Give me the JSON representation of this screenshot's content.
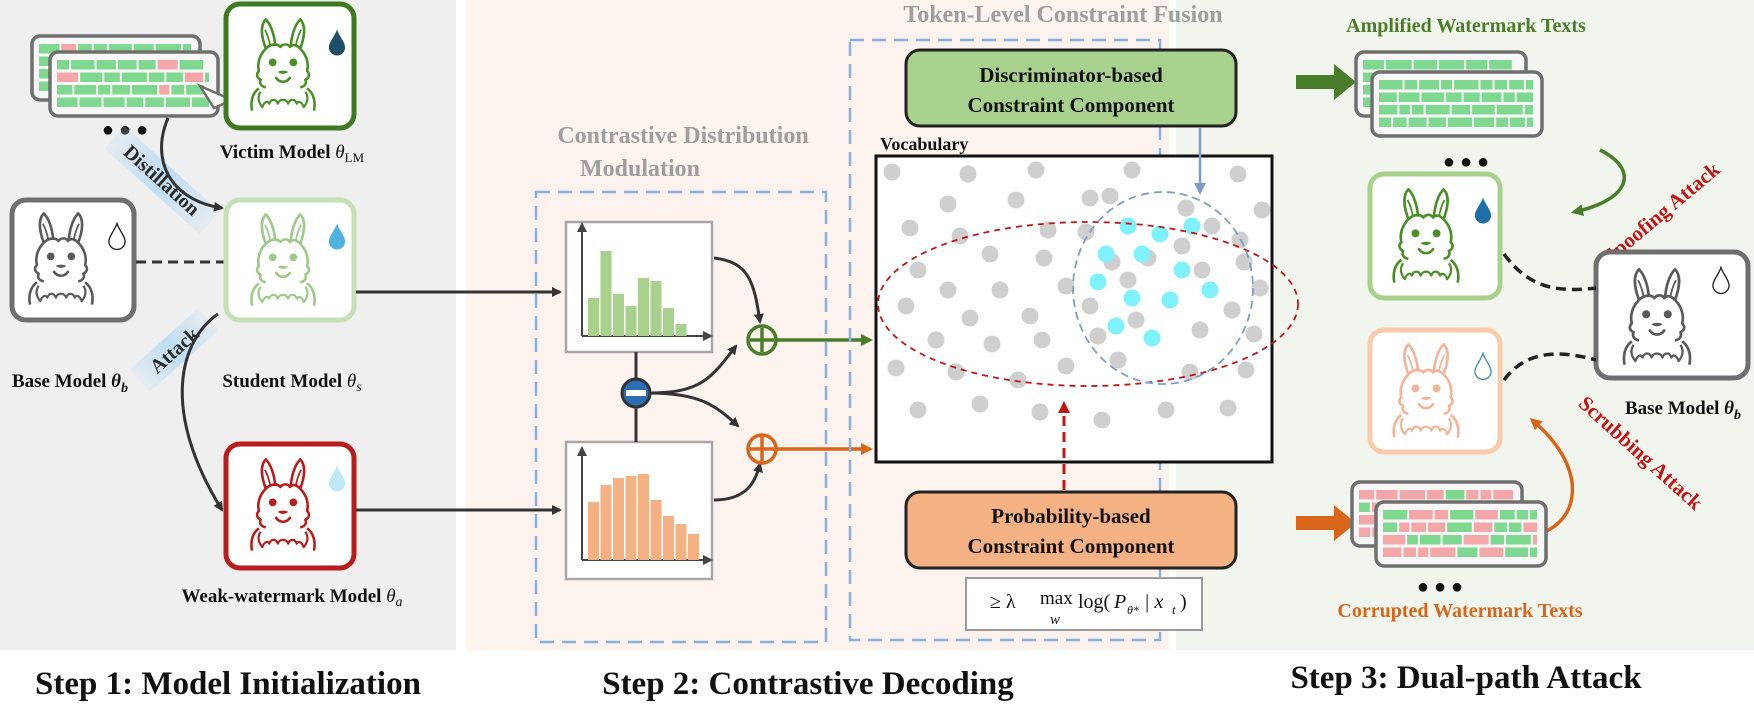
{
  "step1": {
    "title": "Step 1: Model Initialization",
    "victim_label": "Victim Model",
    "victim_sym": "θ",
    "victim_sub": "LM",
    "distillation_label": "Distillation",
    "attack_label": "Attack",
    "base_label": "Base Model",
    "base_sym": "θ",
    "base_sub": "b",
    "student_label": "Student Model",
    "student_sym": "θ",
    "student_sub": "s",
    "weak_label": "Weak-watermark Model",
    "weak_sym": "θ",
    "weak_sub": "a",
    "dots": "● ● ●"
  },
  "step2": {
    "title": "Step 2: Contrastive Decoding",
    "cdm_title_line1": "Contrastive Distribution",
    "cdm_title_line2": "Modulation",
    "fusion_title": "Token-Level Constraint Fusion",
    "disc_line1": "Discriminator-based",
    "disc_line2": "Constraint Component",
    "prob_line1": "Probability-based",
    "prob_line2": "Constraint Component",
    "vocab_label": "Vocabulary",
    "formula_pre": "≥ λ",
    "formula_max": "max",
    "formula_w": "w",
    "formula_log": "log(",
    "formula_p": "P",
    "formula_theta": "θ*",
    "formula_x": "| x",
    "formula_t": "t",
    "formula_end": ")",
    "plus": "+",
    "minus": "−"
  },
  "step3": {
    "title": "Step 3: Dual-path Attack",
    "amplified_label": "Amplified Watermark Texts",
    "corrupted_label": "Corrupted Watermark Texts",
    "spoofing_label": "Spoofing Attack",
    "scrubbing_label": "Scrubbing Attack",
    "base_label": "Base Model",
    "base_sym": "θ",
    "base_sub": "b",
    "dots": "● ● ●"
  },
  "colors": {
    "green_dark": "#4a7d2a",
    "green_border": "#3d7a1f",
    "red_border": "#b81c1c",
    "orange": "#d8651a",
    "spoof_red": "#c21515",
    "blue_dash": "#8cb0dc",
    "disc_fill": "#a9d18e",
    "prob_fill": "#f4b183",
    "cyan": "#7ff1fb"
  }
}
